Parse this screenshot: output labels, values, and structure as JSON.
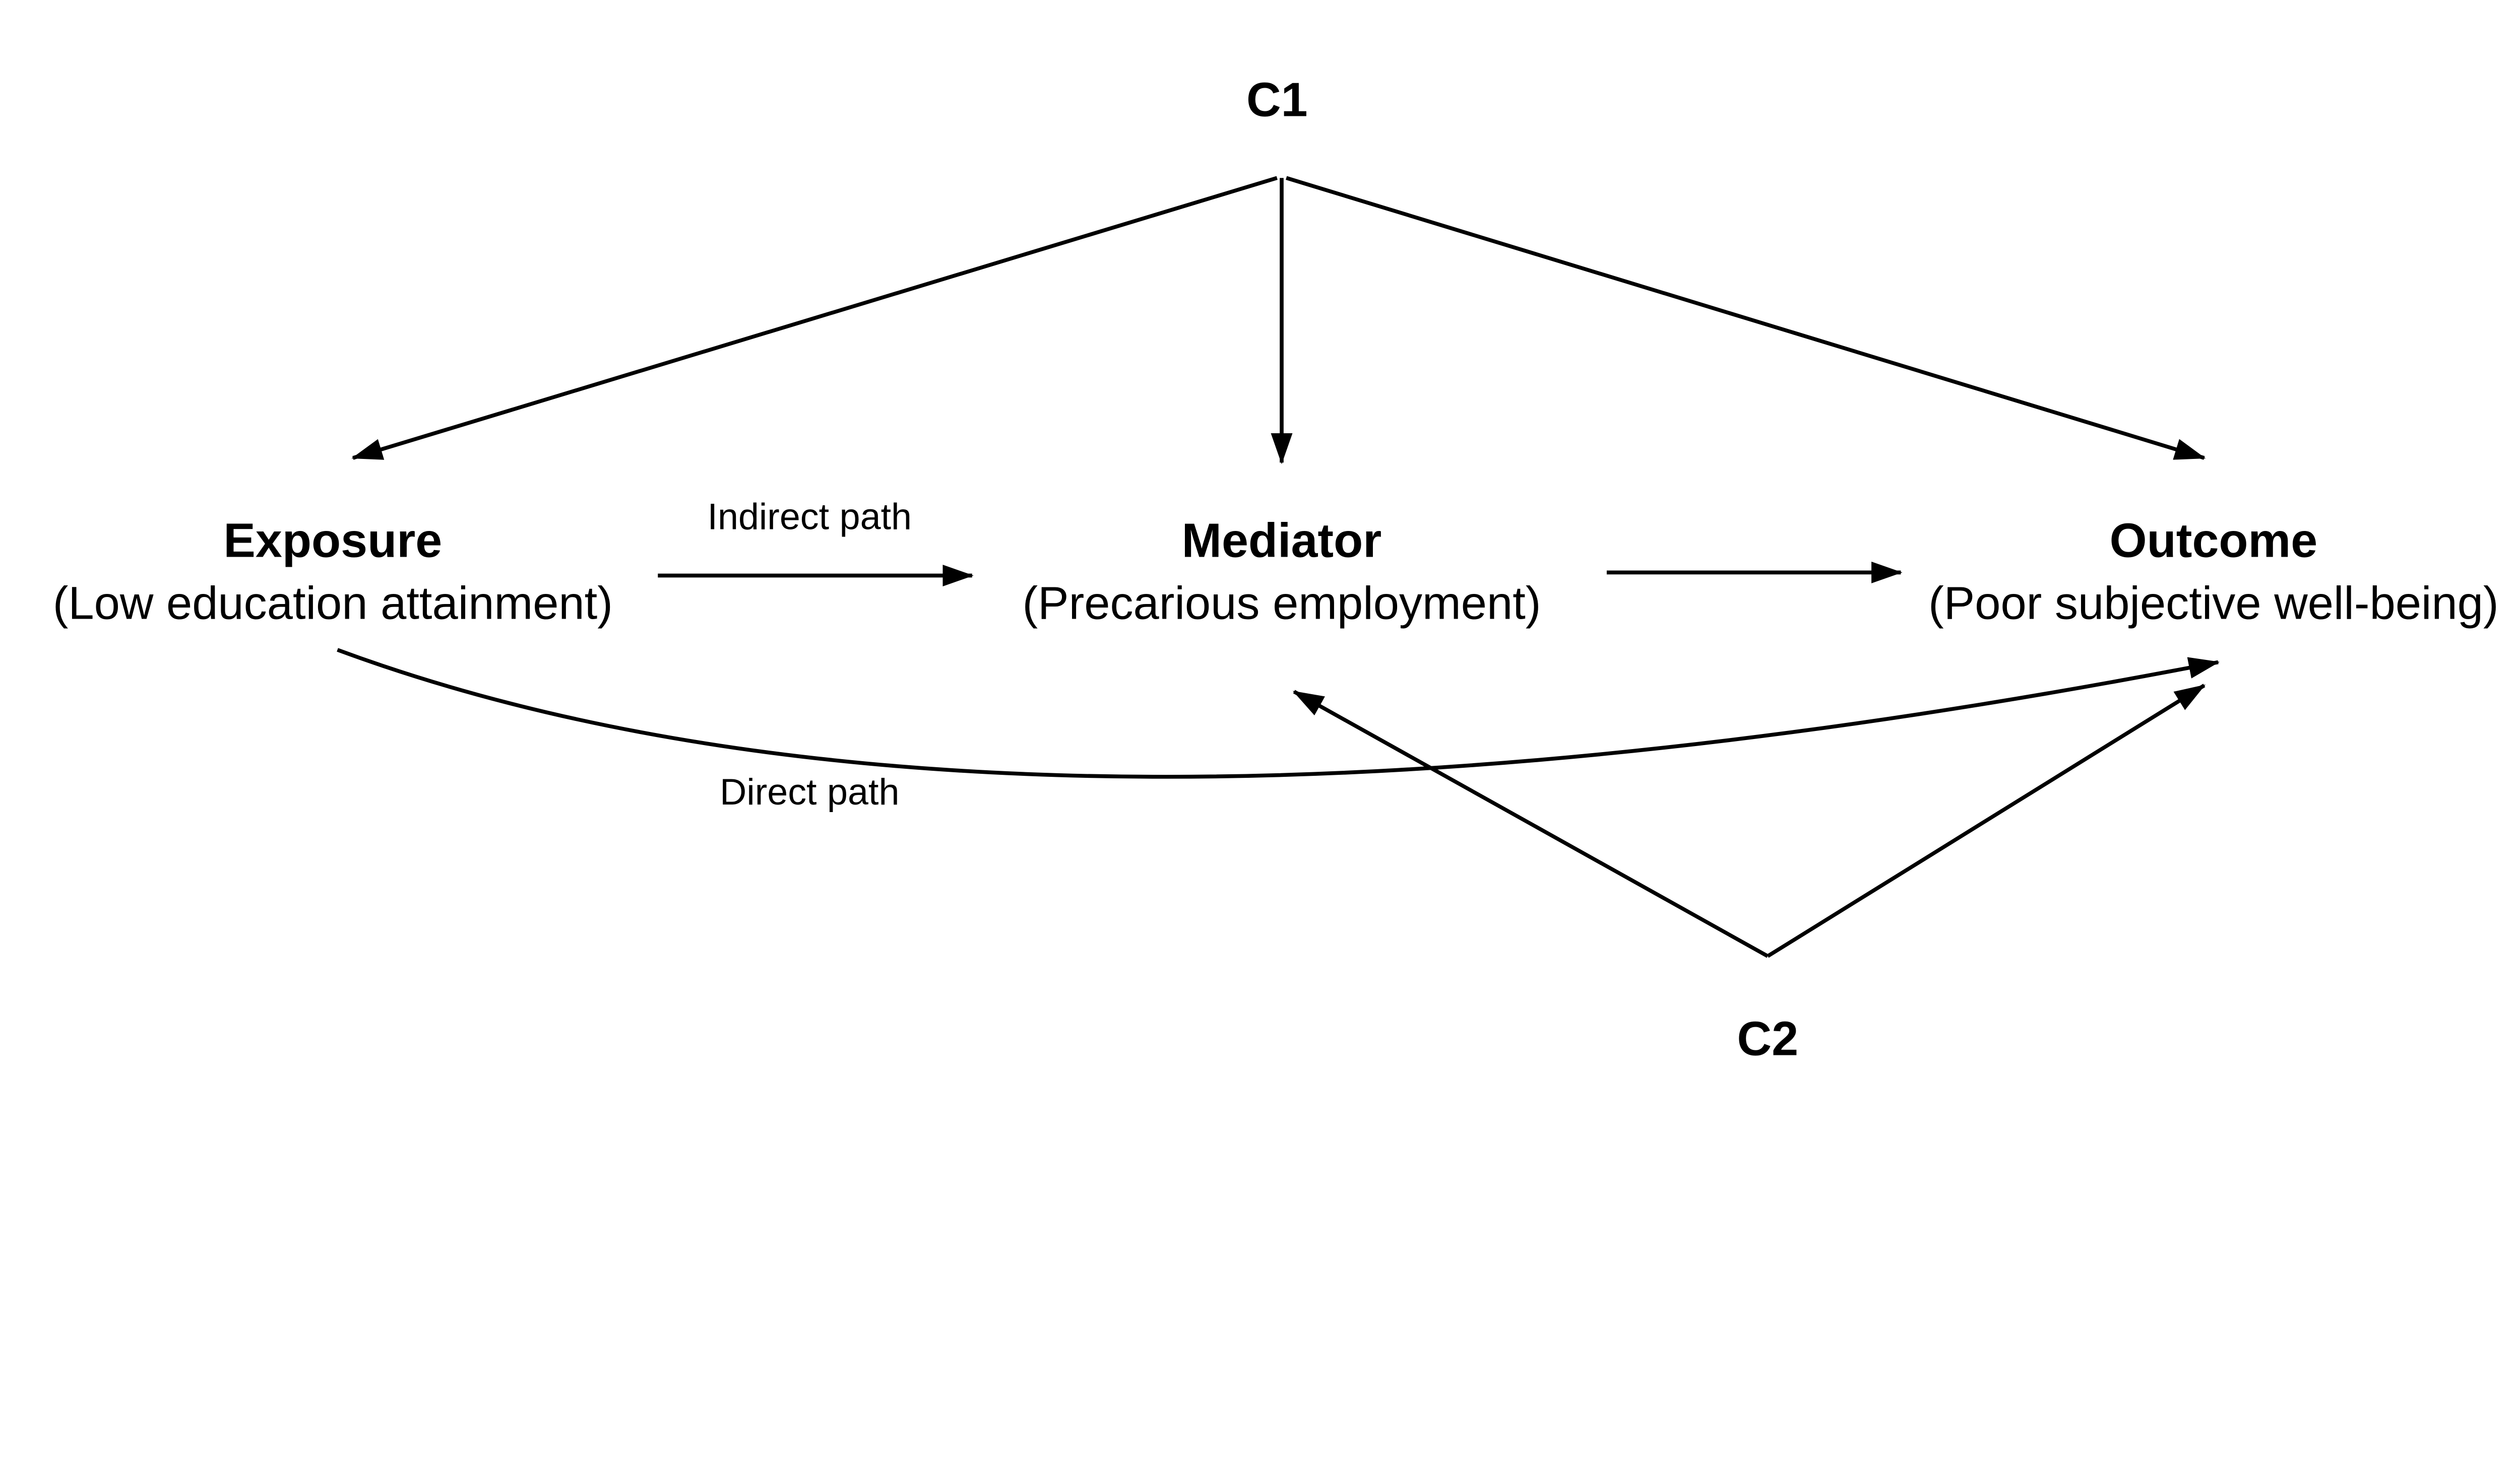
{
  "diagram": {
    "confounders": {
      "c1": {
        "label": "C1"
      },
      "c2": {
        "label": "C2"
      }
    },
    "nodes": {
      "exposure": {
        "title": "Exposure",
        "subtitle": "(Low education attainment)"
      },
      "mediator": {
        "title": "Mediator",
        "subtitle": "(Precarious employment)"
      },
      "outcome": {
        "title": "Outcome",
        "subtitle": "(Poor subjective well-being)"
      }
    },
    "edges": {
      "indirect_label": "Indirect path",
      "direct_label": "Direct path"
    },
    "colors": {
      "line": "#000000",
      "text": "#000000",
      "background": "#ffffff"
    }
  }
}
